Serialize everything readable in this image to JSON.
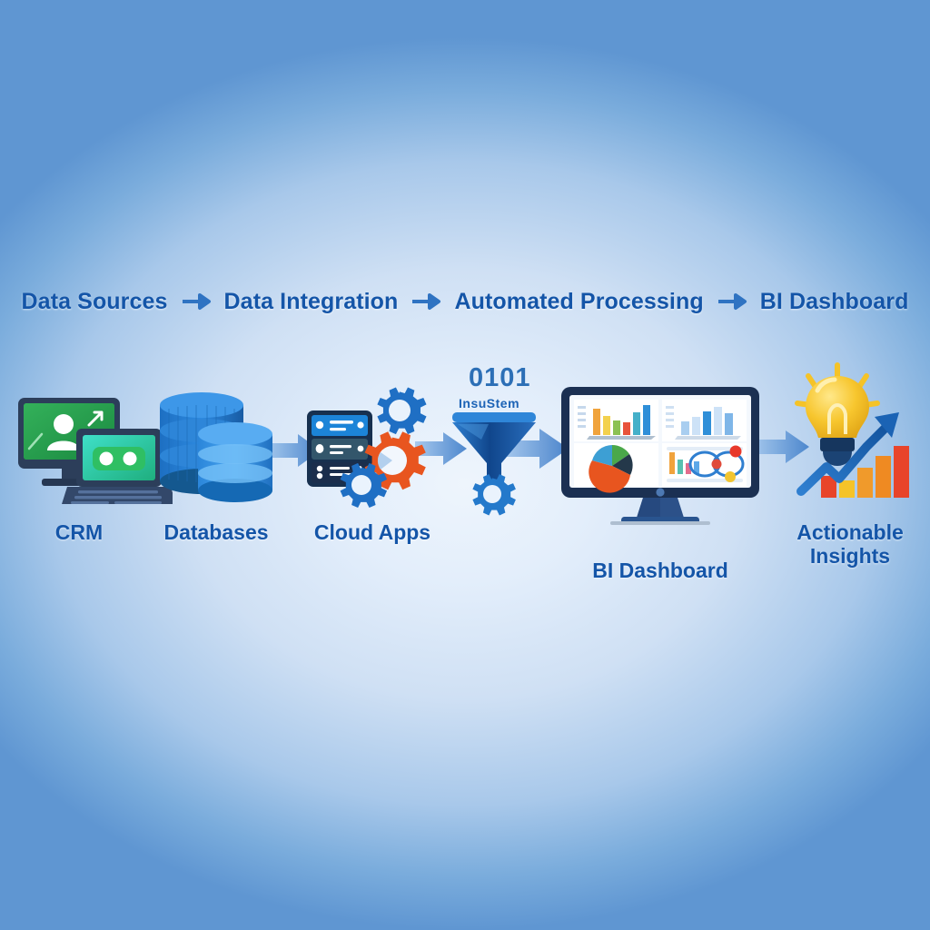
{
  "diagram": {
    "title_flow": {
      "steps": [
        {
          "label": "Data Sources"
        },
        {
          "label": "Data Integration"
        },
        {
          "label": "Automated Processing"
        },
        {
          "label": "BI Dashboard"
        }
      ],
      "arrow_glyph": "➜"
    },
    "nodes": [
      {
        "id": "crm",
        "label": "CRM",
        "icon": "crm-monitor-laptop-icon",
        "stage": "Data Sources"
      },
      {
        "id": "databases",
        "label": "Databases",
        "icon": "database-cylinders-icon",
        "stage": "Data Sources"
      },
      {
        "id": "cloud-apps",
        "label": "Cloud Apps",
        "icon": "server-rack-gears-icon",
        "stage": "Data Integration"
      },
      {
        "id": "processing",
        "label": "",
        "icon": "funnel-gear-icon",
        "stage": "Automated Processing",
        "overlay_top": "0101",
        "overlay_sub": "InsuStem"
      },
      {
        "id": "bi-dashboard",
        "label": "BI Dashboard",
        "icon": "desktop-monitor-charts-icon",
        "stage": "BI Dashboard"
      },
      {
        "id": "actionable-insights",
        "label": "Actionable\nInsights",
        "icon": "lightbulb-growth-chart-icon",
        "stage": "Insights"
      }
    ],
    "connectors": [
      {
        "from": "crm",
        "to": "databases",
        "name": "arrow-crm-to-databases"
      },
      {
        "from": "databases",
        "to": "cloud-apps",
        "name": "arrow-databases-to-cloudapps"
      },
      {
        "from": "cloud-apps",
        "to": "processing",
        "name": "arrow-cloudapps-to-processing"
      },
      {
        "from": "processing",
        "to": "bi-dashboard",
        "name": "arrow-processing-to-dashboard"
      },
      {
        "from": "bi-dashboard",
        "to": "actionable-insights",
        "name": "arrow-dashboard-to-insights"
      }
    ],
    "dashboard_panels": [
      {
        "id": "panel-bar-colored",
        "type": "bar"
      },
      {
        "id": "panel-bar-blue",
        "type": "bar"
      },
      {
        "id": "panel-pie",
        "type": "pie"
      },
      {
        "id": "panel-network",
        "type": "scatter"
      }
    ],
    "colors": {
      "text_blue": "#1455a8",
      "background_edge": "#5b93d0",
      "background_center": "#e9f2fc",
      "arrow_blue": "#5d92d4",
      "gear_orange": "#e8551f",
      "gear_blue": "#1f6fc4",
      "db_blue": "#1f74c8",
      "crm_green": "#1f9e4d",
      "bulb_yellow": "#f5c328",
      "accent_red": "#e8442a"
    }
  }
}
